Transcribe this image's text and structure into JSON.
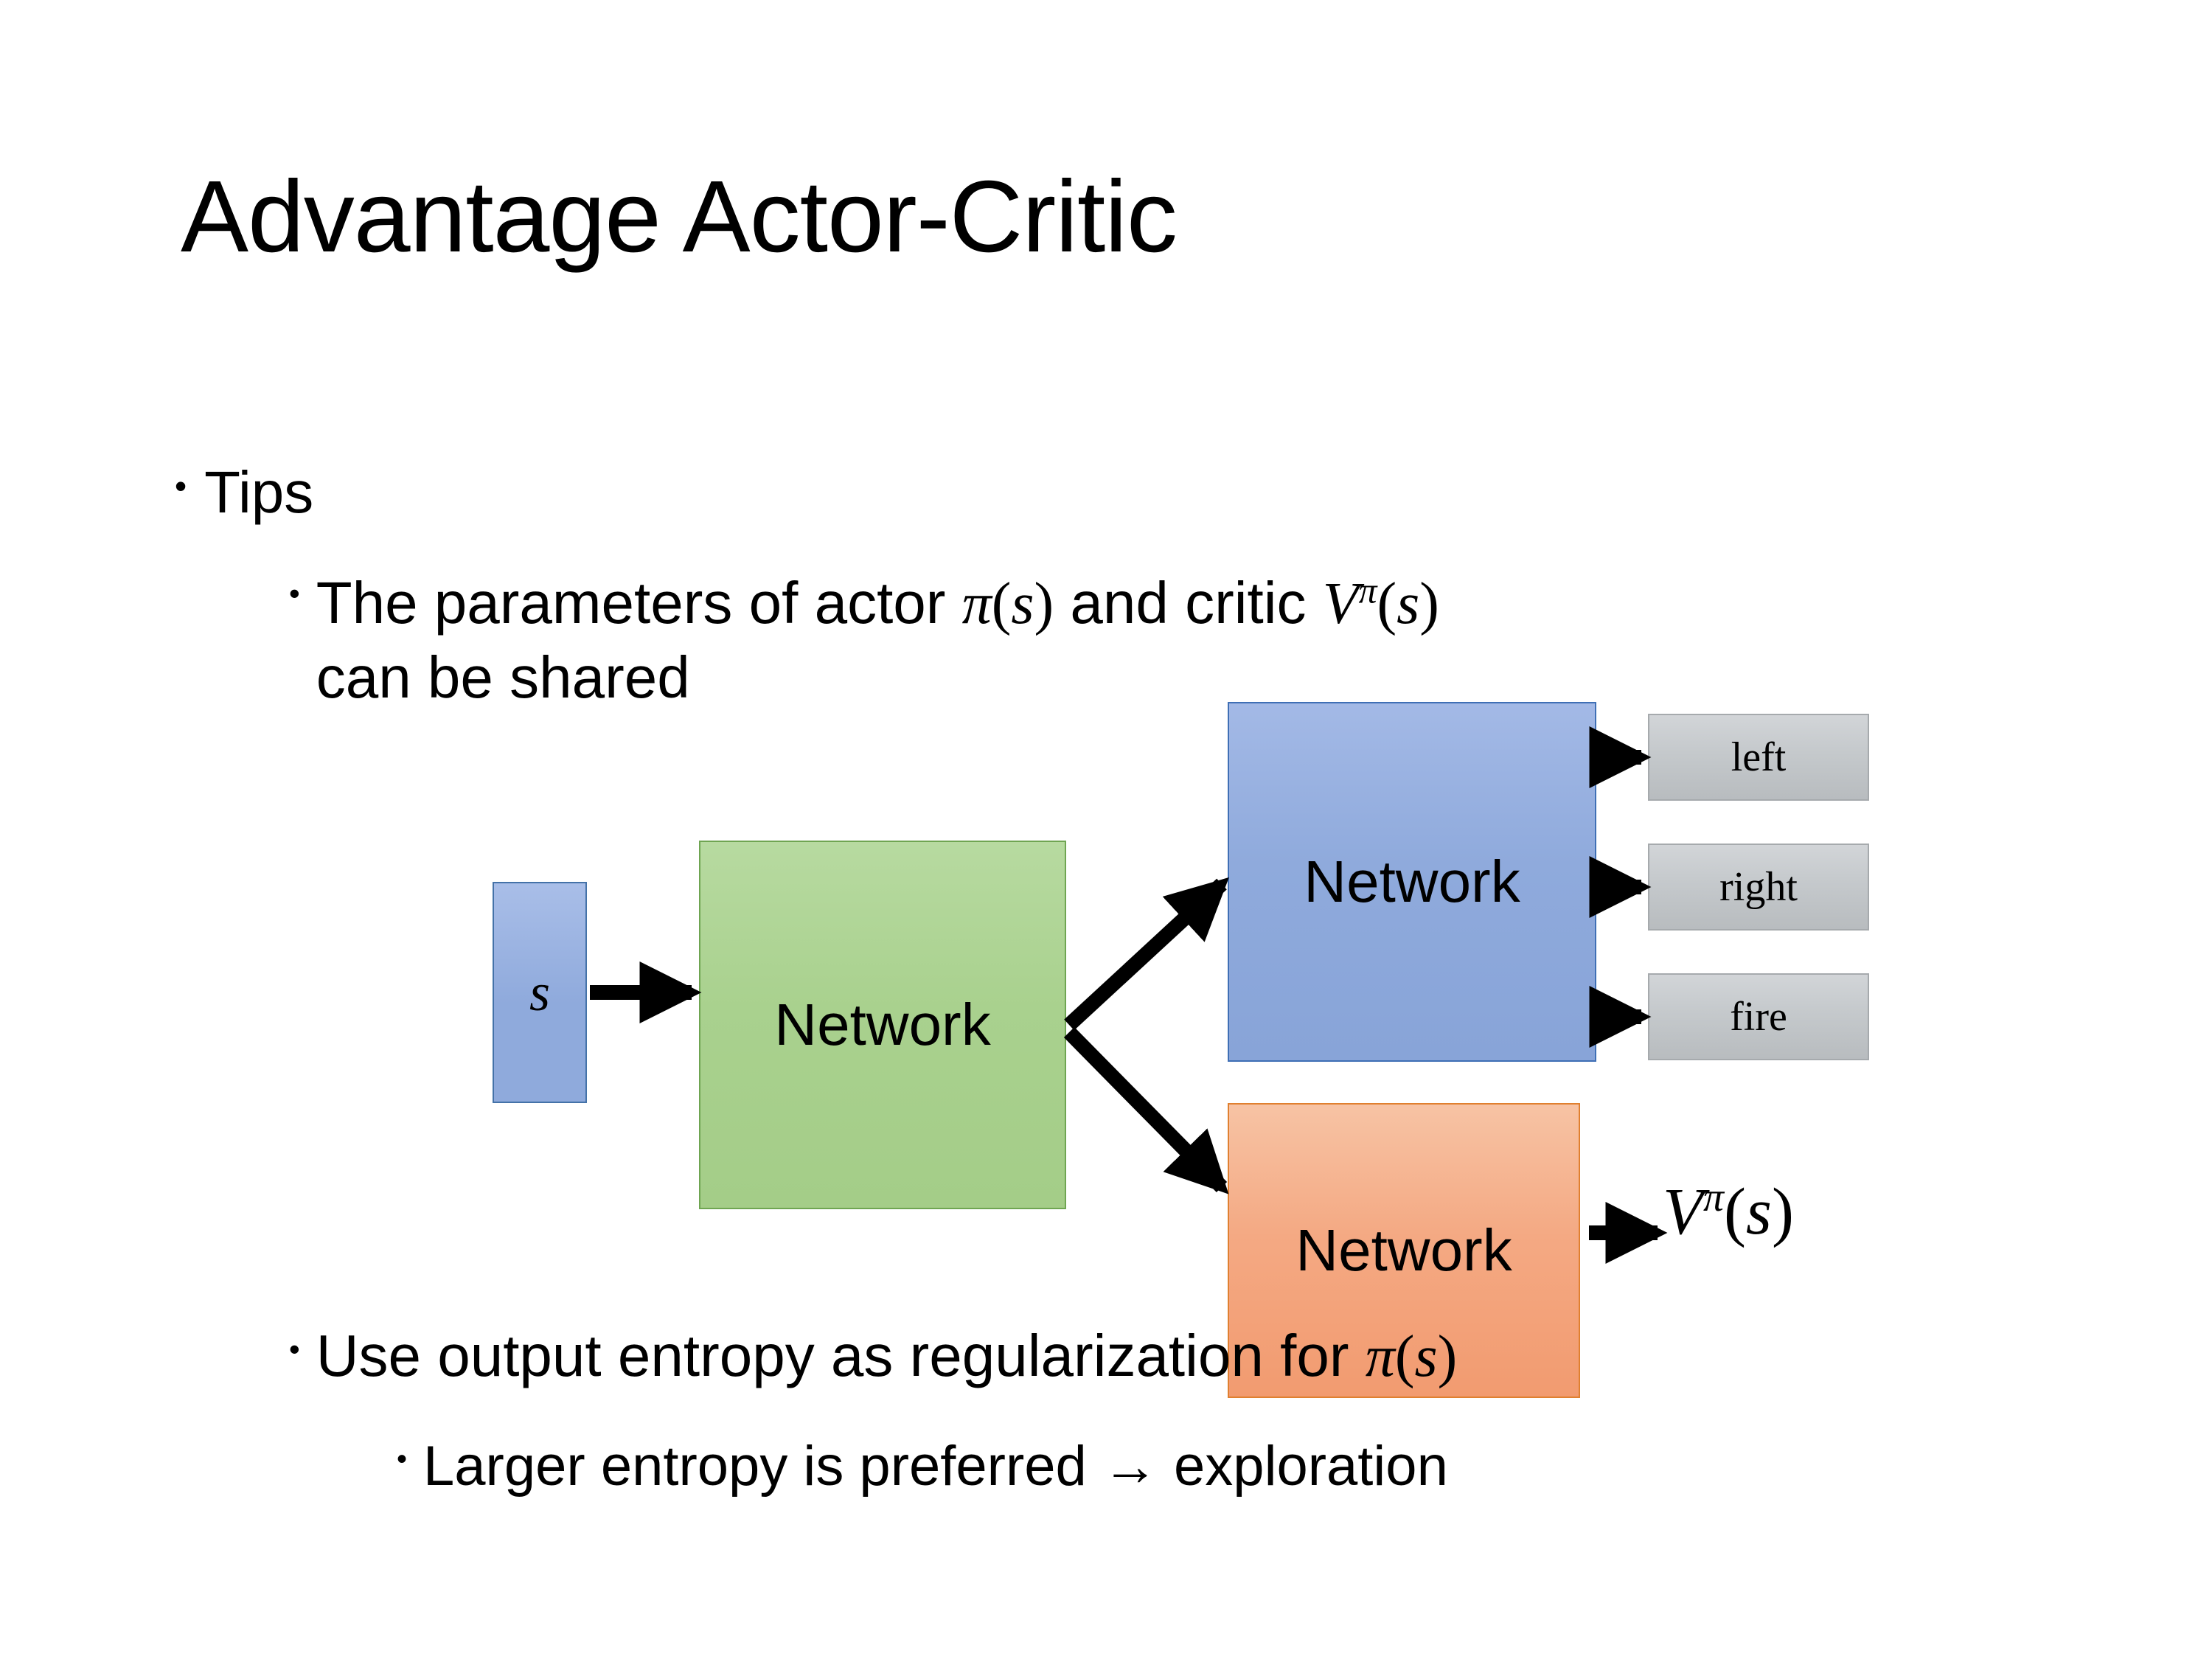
{
  "slide": {
    "title": "Advantage Actor-Critic",
    "background_color": "#ffffff"
  },
  "bullets": {
    "marker": "•",
    "level1": {
      "text": "Tips"
    },
    "level2_parameters": {
      "prefix": "The parameters of actor ",
      "math_actor": {
        "symbol": "π",
        "open": "(",
        "arg": "s",
        "close": ")"
      },
      "middle": "  and critic ",
      "math_critic": {
        "symbol": "V",
        "superscript": "π",
        "open": "(",
        "arg": "s",
        "close": ")"
      },
      "line2": "can be shared"
    },
    "level2_entropy": {
      "prefix": "Use output entropy as regularization for ",
      "math": {
        "symbol": "π",
        "open": "(",
        "arg": "s",
        "close": ")"
      }
    },
    "level3_larger": {
      "text": "Larger entropy is preferred → exploration"
    }
  },
  "diagram": {
    "input_box": {
      "label": "s",
      "color": "#8faadc",
      "border": "#4472a8"
    },
    "shared_network": {
      "label": "Network",
      "color": "#a9d18e",
      "border": "#6fa552"
    },
    "actor_network": {
      "label": "Network",
      "color": "#8faadc",
      "border": "#3f6fb5"
    },
    "critic_network": {
      "label": "Network",
      "color": "#f4a983",
      "border": "#e08030"
    },
    "action_outputs": [
      {
        "label": "left",
        "color": "#c6cacd"
      },
      {
        "label": "right",
        "color": "#c6cacd"
      },
      {
        "label": "fire",
        "color": "#c6cacd"
      }
    ],
    "value_output": {
      "symbol": "V",
      "superscript": "π",
      "open": "(",
      "arg": "s",
      "close": ")"
    },
    "arrow_color": "#000000"
  }
}
